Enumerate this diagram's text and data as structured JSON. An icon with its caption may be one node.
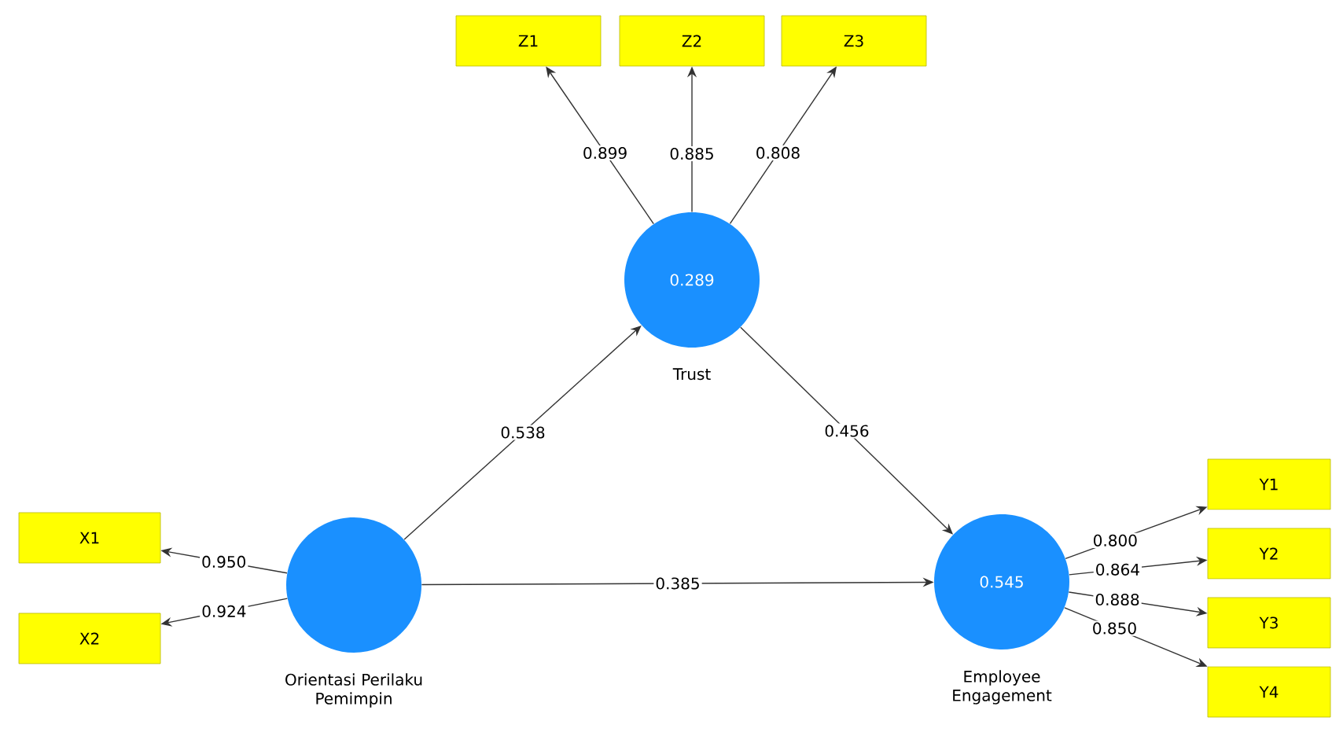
{
  "diagram": {
    "nodes": [
      {
        "text": [
          "0.289"
        ],
        "beside": [
          "Trust"
        ]
      },
      {
        "text": [],
        "shape": "circle",
        "beside": [
          "Orientasi Perilaku Pemimpin"
        ]
      },
      {
        "text": [
          "0.545"
        ],
        "beside": [
          "Employee Engagement"
        ]
      },
      {
        "text": [
          "Z1"
        ]
      },
      {
        "text": [
          "Z2"
        ]
      },
      {
        "text": [
          "Z3"
        ]
      },
      {
        "text": [
          "X1"
        ]
      },
      {
        "text": [
          "X2"
        ]
      },
      {
        "text": [
          "Y1"
        ]
      },
      {
        "text": [
          "Y2"
        ]
      },
      {
        "text": [
          "Y3"
        ]
      },
      {
        "text": [
          "Y4"
        ]
      }
    ],
    "edges": [
      {
        "from": 1,
        "to": 0,
        "arrow": "to",
        "label": "0.538"
      },
      {
        "from": 0,
        "to": 2,
        "arrow": "to",
        "label": "0.456"
      },
      {
        "from": 1,
        "to": 2,
        "arrow": "to",
        "label": "0.385"
      },
      {
        "from": 0,
        "to": 3,
        "arrow": "to",
        "label": "0.899"
      },
      {
        "from": 0,
        "to": 4,
        "arrow": "to",
        "label": "0.885"
      },
      {
        "from": 0,
        "to": 5,
        "arrow": "to",
        "label": "0.808"
      },
      {
        "from": 1,
        "to": 6,
        "arrow": "to",
        "label": "0.950"
      },
      {
        "from": 1,
        "to": 7,
        "arrow": "to",
        "label": "0.924"
      },
      {
        "from": 2,
        "to": 8,
        "arrow": "to",
        "label": "0.800"
      },
      {
        "from": 2,
        "to": 9,
        "arrow": "to",
        "label": "0.864"
      },
      {
        "from": 2,
        "to": 10,
        "arrow": "to",
        "label": "0.888"
      },
      {
        "from": 2,
        "to": 11,
        "arrow": "to",
        "label": "0.850"
      }
    ]
  }
}
